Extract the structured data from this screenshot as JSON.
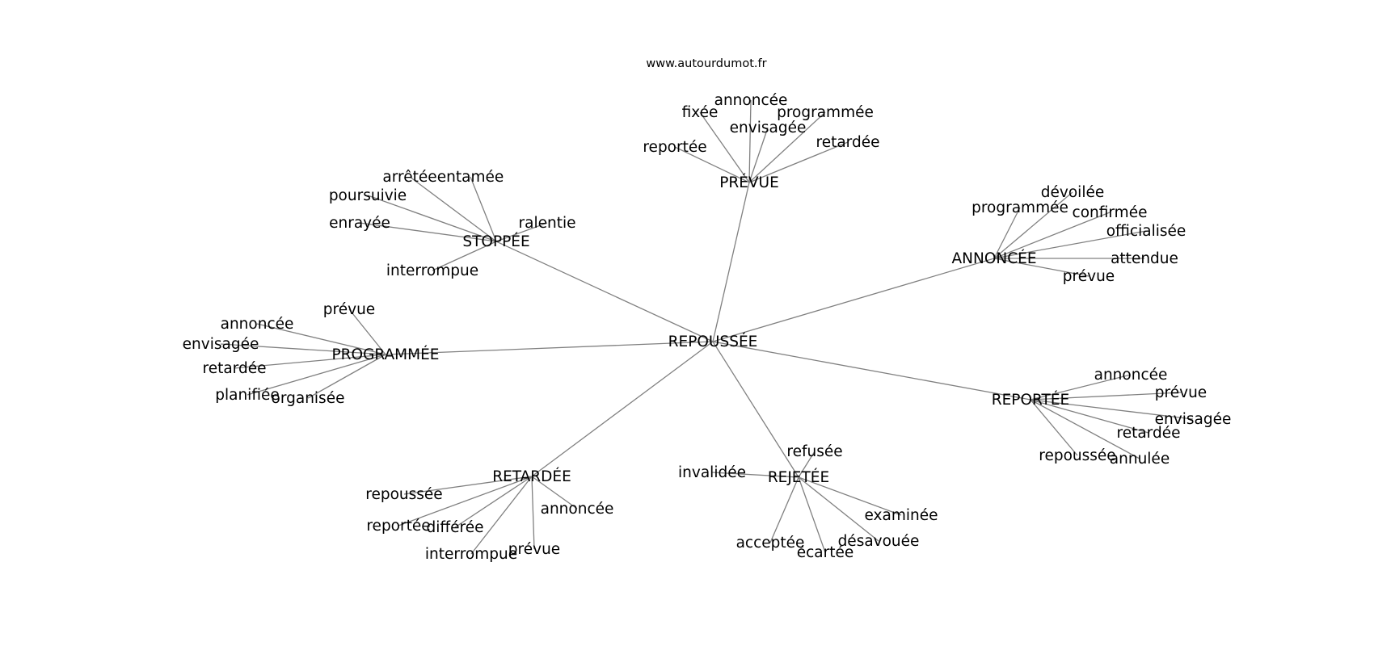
{
  "watermark": "www.autourdumot.fr",
  "graph": {
    "center": "REPOUSSÉE",
    "clusters": [
      {
        "name": "PRÉVUE",
        "children": [
          "fixée",
          "annoncée",
          "programmée",
          "envisagée",
          "reportée",
          "retardée"
        ]
      },
      {
        "name": "STOPPÉE",
        "children": [
          "arrêtée",
          "entamée",
          "poursuivie",
          "ralentie",
          "enrayée",
          "interrompue"
        ]
      },
      {
        "name": "ANNONCÉE",
        "children": [
          "dévoilée",
          "programmée",
          "confirmée",
          "officialisée",
          "attendue",
          "prévue"
        ]
      },
      {
        "name": "PROGRAMMÉE",
        "children": [
          "prévue",
          "annoncée",
          "envisagée",
          "retardée",
          "planifiée",
          "organisée"
        ]
      },
      {
        "name": "REPORTÉE",
        "children": [
          "annoncée",
          "prévue",
          "envisagée",
          "retardée",
          "repoussée",
          "annulée"
        ]
      },
      {
        "name": "RETARDÉE",
        "children": [
          "repoussée",
          "annoncée",
          "reportée",
          "différée",
          "prévue",
          "interrompue"
        ]
      },
      {
        "name": "REJETÉE",
        "children": [
          "refusée",
          "invalidée",
          "examinée",
          "acceptée",
          "désavouée",
          "écartée"
        ]
      }
    ]
  }
}
